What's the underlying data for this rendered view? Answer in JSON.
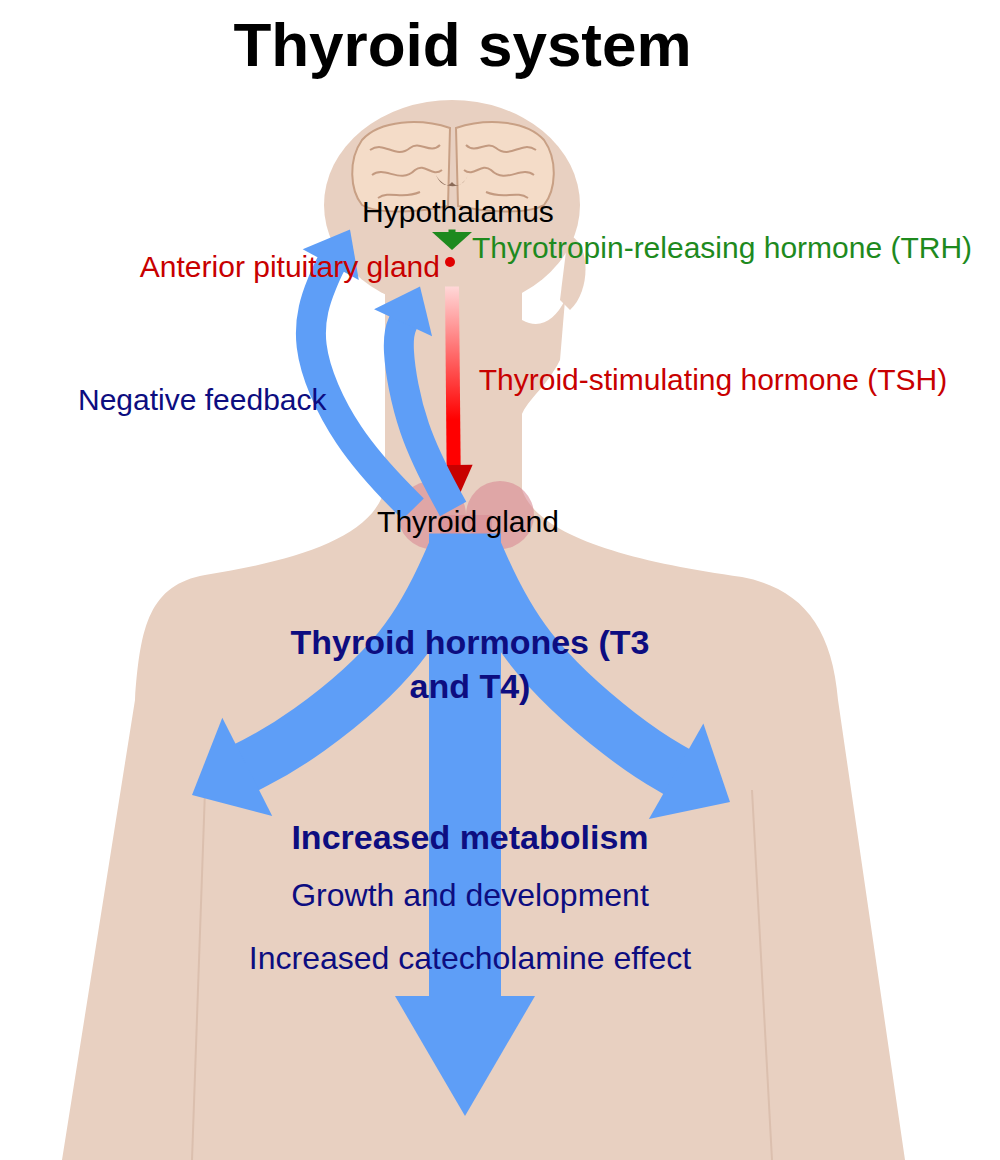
{
  "diagram": {
    "title": "Thyroid system",
    "nodes": [
      {
        "text": [
          "Hypothalamus"
        ]
      },
      {
        "text": [
          "Anterior pituitary gland"
        ]
      },
      {
        "text": [
          "Thyroid gland"
        ]
      },
      {
        "text": [
          "Increased metabolism",
          "Growth and development",
          "Increased catecholamine effect"
        ]
      }
    ],
    "edges": [
      {
        "from": 0,
        "to": 1,
        "label": "Thyrotropin-releasing hormone (TRH)",
        "arrow": "to"
      },
      {
        "from": 1,
        "to": 2,
        "label": "Thyroid-stimulating hormone (TSH)",
        "arrow": "to"
      },
      {
        "from": 2,
        "to": 0,
        "label": "Negative feedback",
        "arrow": "to"
      },
      {
        "from": 2,
        "to": 1,
        "arrow": "to"
      },
      {
        "from": 2,
        "to": 3,
        "label": "Thyroid hormones (T3 and T4)",
        "arrow": "to"
      }
    ]
  }
}
